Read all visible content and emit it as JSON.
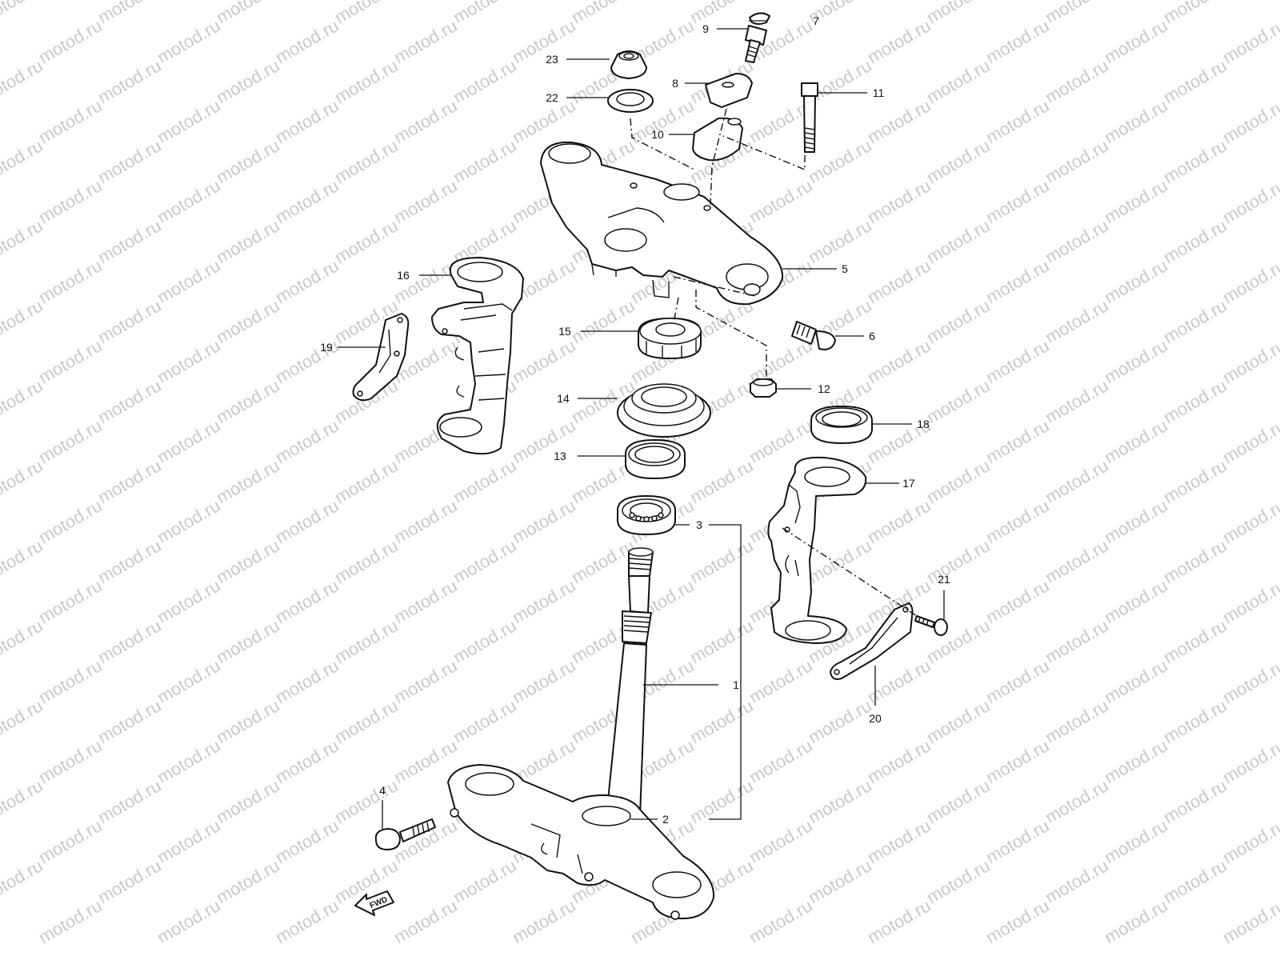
{
  "diagram": {
    "watermark_text": "motod.ru",
    "fwd_label": "FWD",
    "callouts": [
      {
        "id": "c1",
        "label": "1"
      },
      {
        "id": "c2",
        "label": "2"
      },
      {
        "id": "c3",
        "label": "3"
      },
      {
        "id": "c4",
        "label": "4"
      },
      {
        "id": "c5",
        "label": "5"
      },
      {
        "id": "c6",
        "label": "6"
      },
      {
        "id": "c7",
        "label": "7"
      },
      {
        "id": "c8",
        "label": "8"
      },
      {
        "id": "c9",
        "label": "9"
      },
      {
        "id": "c10",
        "label": "10"
      },
      {
        "id": "c11",
        "label": "11"
      },
      {
        "id": "c12",
        "label": "12"
      },
      {
        "id": "c13",
        "label": "13"
      },
      {
        "id": "c14",
        "label": "14"
      },
      {
        "id": "c15",
        "label": "15"
      },
      {
        "id": "c16",
        "label": "16"
      },
      {
        "id": "c17",
        "label": "17"
      },
      {
        "id": "c18",
        "label": "18"
      },
      {
        "id": "c19",
        "label": "19"
      },
      {
        "id": "c20",
        "label": "20"
      },
      {
        "id": "c21",
        "label": "21"
      },
      {
        "id": "c22",
        "label": "22"
      },
      {
        "id": "c23",
        "label": "23"
      }
    ]
  }
}
